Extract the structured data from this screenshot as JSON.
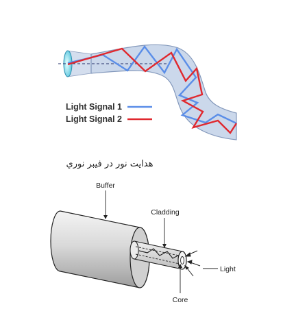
{
  "fiber_diagram": {
    "legend": [
      {
        "label": "Light Signal 1",
        "color": "#5b8ee8"
      },
      {
        "label": "Light Signal 2",
        "color": "#e0282e"
      }
    ]
  },
  "caption": "هدايت نور در فيبر نوري",
  "cable_diagram": {
    "labels": {
      "buffer": "Buffer",
      "cladding": "Cladding",
      "light": "Light",
      "core": "Core"
    }
  },
  "colors": {
    "fiber_fill": "#c9d6ea",
    "fiber_stroke": "#7d93b8",
    "buffer_fill": "#dcdcdc",
    "ink": "#222222"
  }
}
